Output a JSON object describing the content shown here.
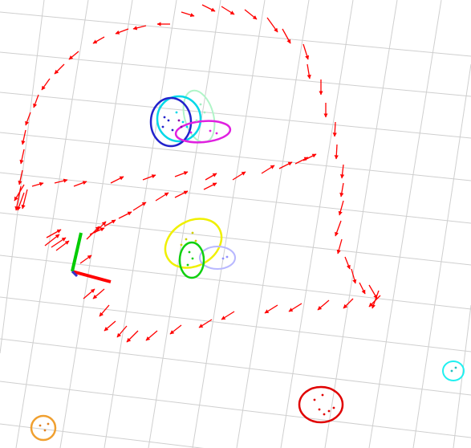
{
  "scene": {
    "background": "#ffffff",
    "grid_color": "#cfcfcf",
    "trajectory_color": "#ff0000",
    "axis_x_color": "#ff0000",
    "axis_y_color": "#00cc00",
    "axis_z_color": "#3333cc",
    "landmarks": [
      {
        "name": "landmark-cluster-blue",
        "color": "#2222cc"
      },
      {
        "name": "landmark-cluster-cyan",
        "color": "#00d0e0"
      },
      {
        "name": "landmark-cluster-mint",
        "color": "#a0f0c0"
      },
      {
        "name": "landmark-cluster-magenta",
        "color": "#e020e0"
      },
      {
        "name": "landmark-cluster-yellow",
        "color": "#f0f000"
      },
      {
        "name": "landmark-cluster-green",
        "color": "#10d010"
      },
      {
        "name": "landmark-cluster-lavender",
        "color": "#b0b0ff"
      },
      {
        "name": "landmark-cluster-red",
        "color": "#e00000"
      },
      {
        "name": "landmark-cluster-cyan-small",
        "color": "#20f0f0"
      },
      {
        "name": "landmark-cluster-orange",
        "color": "#f0a030"
      }
    ]
  }
}
